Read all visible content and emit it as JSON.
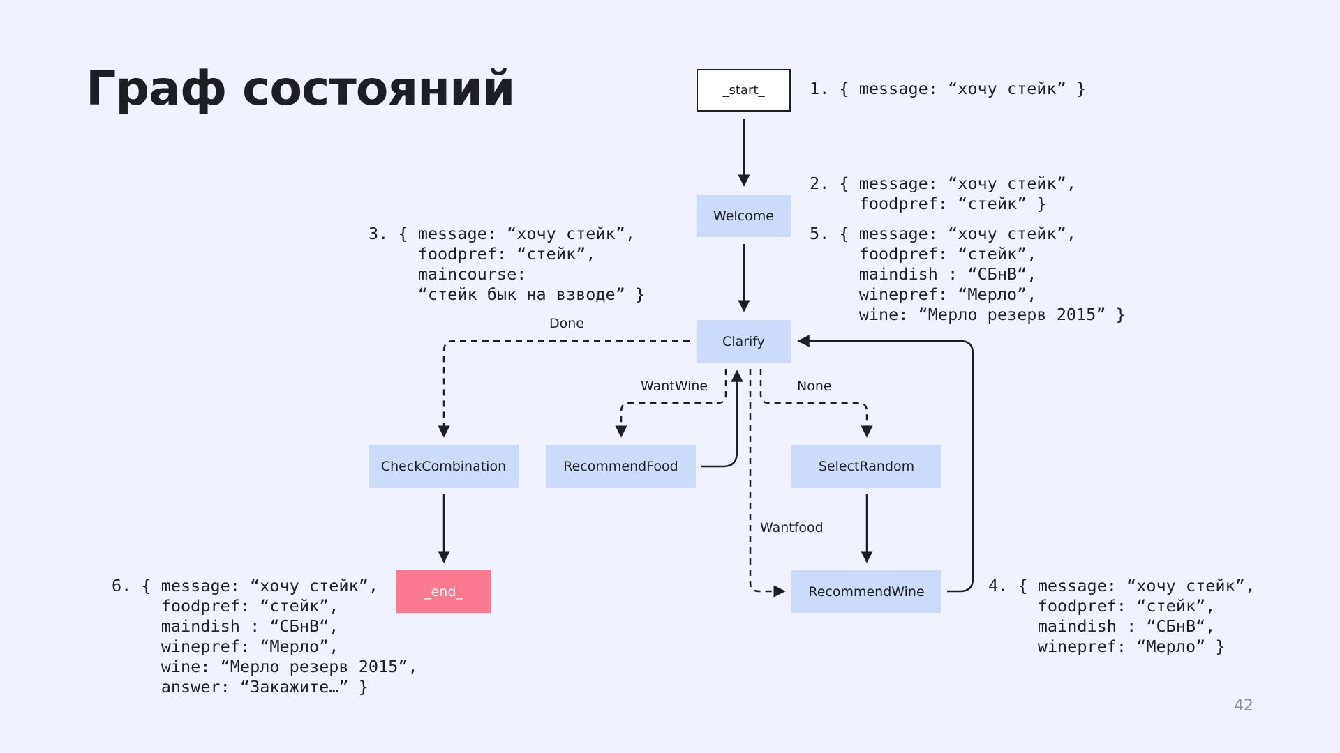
{
  "title": "Граф состояний",
  "page_number": "42",
  "colors": {
    "background": "#f0f3fd",
    "node_fill": "#cddbfb",
    "end_fill": "#fb7a91",
    "ink": "#1d1f24"
  },
  "nodes": {
    "start": "_start_",
    "welcome": "Welcome",
    "clarify": "Clarify",
    "check_combination": "CheckCombination",
    "recommend_food": "RecommendFood",
    "select_random": "SelectRandom",
    "recommend_wine": "RecommendWine",
    "end": "_end_"
  },
  "edge_labels": {
    "done": "Done",
    "want_wine": "WantWine",
    "none": "None",
    "want_food": "Wantfood"
  },
  "states": {
    "s1": "1. { message: “хочу стейк” }",
    "s2": "2. { message: “хочу стейк”,\n     foodpref: “стейк” }",
    "s3": "3. { message: “хочу стейк”,\n     foodpref: “стейк”,\n     maincourse:\n     “стейк бык на взводе” }",
    "s4": "4. { message: “хочу стейк”,\n     foodpref: “стейк”,\n     maindish : “СБнВ“,\n     winepref: “Мерло” }",
    "s5": "5. { message: “хочу стейк”,\n     foodpref: “стейк”,\n     maindish : “СБнВ“,\n     winepref: “Мерло”,\n     wine: “Мерло резерв 2015” }",
    "s6": "6. { message: “хочу стейк”,\n     foodpref: “стейк”,\n     maindish : “СБнВ“,\n     winepref: “Мерло”,\n     wine: “Мерло резерв 2015”,\n     answer: “Закажите…” }"
  }
}
